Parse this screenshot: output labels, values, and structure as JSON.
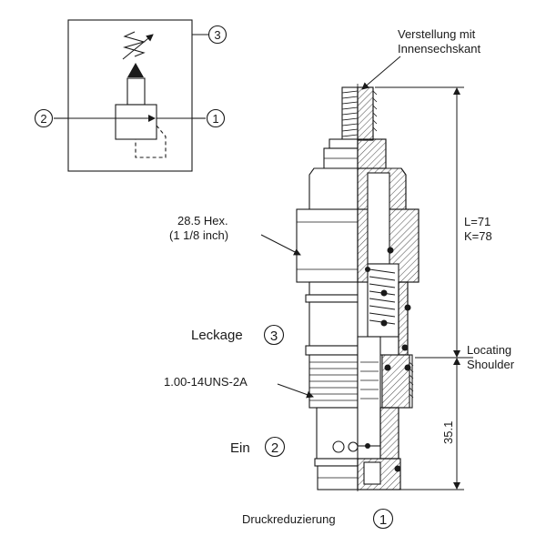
{
  "schematic": {
    "port_1": "1",
    "port_2": "2",
    "port_3": "3"
  },
  "labels": {
    "adjustment_line1": "Verstellung mit",
    "adjustment_line2": "Innensechskant",
    "hex_line1": "28.5 Hex.",
    "hex_line2": "(1 1/8 inch)",
    "leakage": "Leckage",
    "leakage_port": "3",
    "thread": "1.00-14UNS-2A",
    "inlet": "Ein",
    "inlet_port": "2",
    "pressure_reducing": "Druckreduzierung",
    "pressure_reducing_port": "1",
    "length_line1": "L=71",
    "length_line2": "K=78",
    "shoulder_line1": "Locating",
    "shoulder_line2": "Shoulder",
    "depth": "35.1"
  },
  "colors": {
    "line": "#1a1a1a",
    "hatch": "#555555",
    "fill": "#ffffff"
  }
}
